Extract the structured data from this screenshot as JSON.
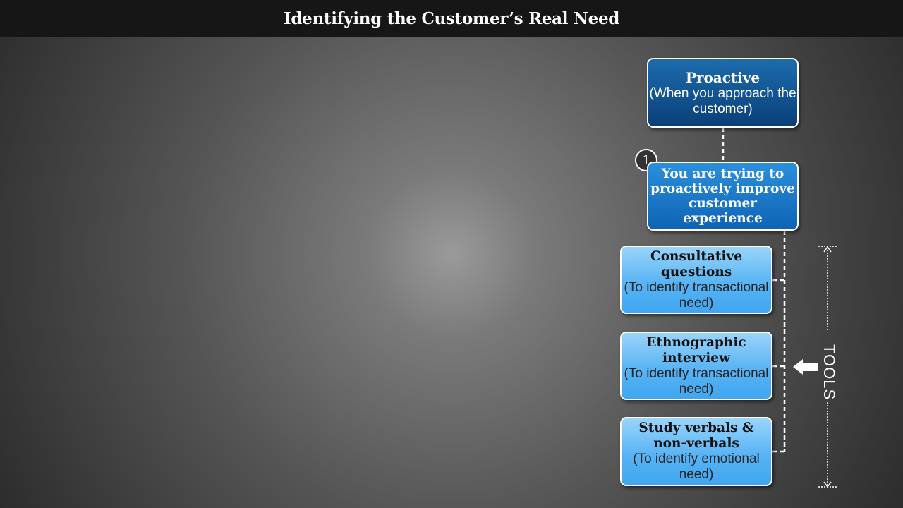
{
  "title": "Identifying the Customer’s Real Need",
  "proactive": {
    "heading": "Proactive",
    "sub": "(When you approach the customer)"
  },
  "step": {
    "badge": "1",
    "text": "You are trying to proactively improve customer experience"
  },
  "tools": [
    {
      "heading": "Consultative questions",
      "sub": "(To identify transactional need)"
    },
    {
      "heading": "Ethnographic interview",
      "sub": "(To identify transactional need)"
    },
    {
      "heading": "Study verbals & non-verbals",
      "sub": "(To identify emotional need)"
    }
  ],
  "tools_label": "TOOLS",
  "colors": {
    "proactive_box": "#0a3f78",
    "step_box": "#0e63b4",
    "tool_box": "#58b4f4",
    "title_bar": "#161616"
  }
}
